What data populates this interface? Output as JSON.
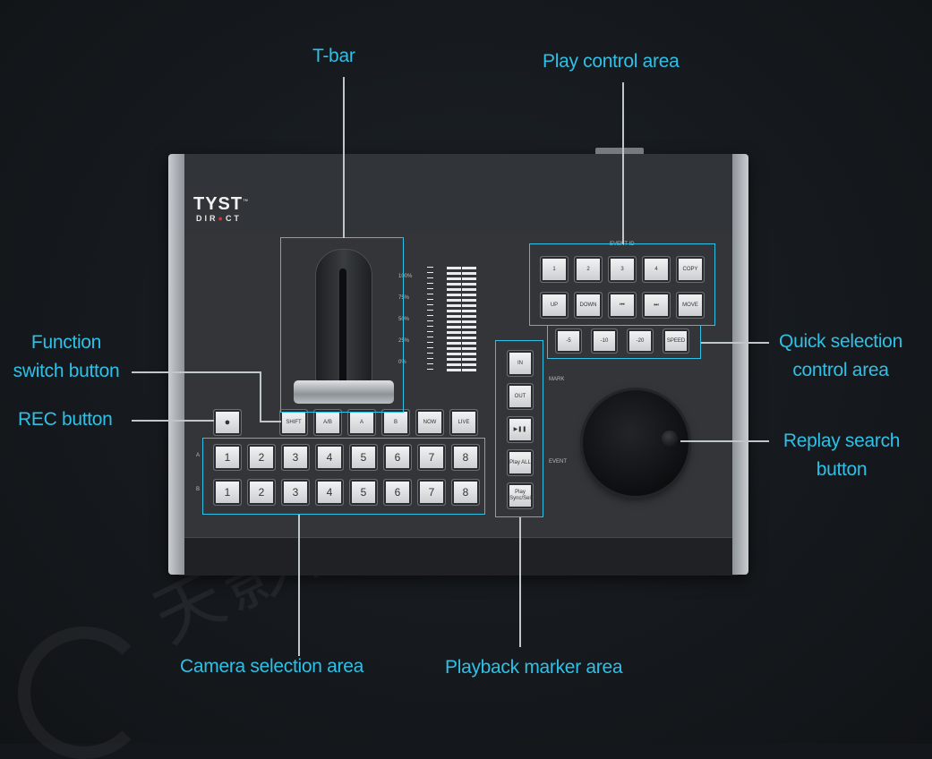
{
  "callouts": {
    "tbar": "T-bar",
    "play_control": "Play control area",
    "function_switch_line1": "Function",
    "function_switch_line2": "switch button",
    "rec": "REC button",
    "quick_select_line1": "Quick selection",
    "quick_select_line2": "control area",
    "replay_search_line1": "Replay search",
    "replay_search_line2": "button",
    "camera_selection": "Camera selection area",
    "playback_marker": "Playback marker area"
  },
  "device": {
    "logo_main": "TYST",
    "logo_tm": "™",
    "logo_sub_a": "DIR",
    "logo_sub_dot": "●",
    "logo_sub_b": "CT",
    "event_id_label": "EVENT ID",
    "meter_labels": [
      "100%",
      "75%",
      "50%",
      "25%",
      "0%"
    ],
    "play_row1": [
      "1",
      "2",
      "3",
      "4",
      "COPY"
    ],
    "play_row2": [
      "UP",
      "DOWN",
      "⏮",
      "⏭",
      "MOVE"
    ],
    "quick_row": [
      "-5",
      "-10",
      "-20",
      "SPEED"
    ],
    "marker_buttons": [
      "IN",
      "OUT",
      "▶❚❚",
      "Play ALL",
      "Play Sync/Sel"
    ],
    "mark_label": "MARK",
    "event_label": "EVENT",
    "rec_glyph": "●",
    "function_row": [
      "SHIFT",
      "A/B",
      "A",
      "B",
      "NOW",
      "LIVE"
    ],
    "row_a_label": "A",
    "row_b_label": "B",
    "row_a": [
      "1",
      "2",
      "3",
      "4",
      "5",
      "6",
      "7",
      "8"
    ],
    "row_b": [
      "1",
      "2",
      "3",
      "4",
      "5",
      "6",
      "7",
      "8"
    ]
  },
  "watermark": "天影视通",
  "colors": {
    "accent": "#2ec0e6",
    "background": "#14181c",
    "device_body": "#2c2e31",
    "button_face": "#e4e6e8"
  }
}
